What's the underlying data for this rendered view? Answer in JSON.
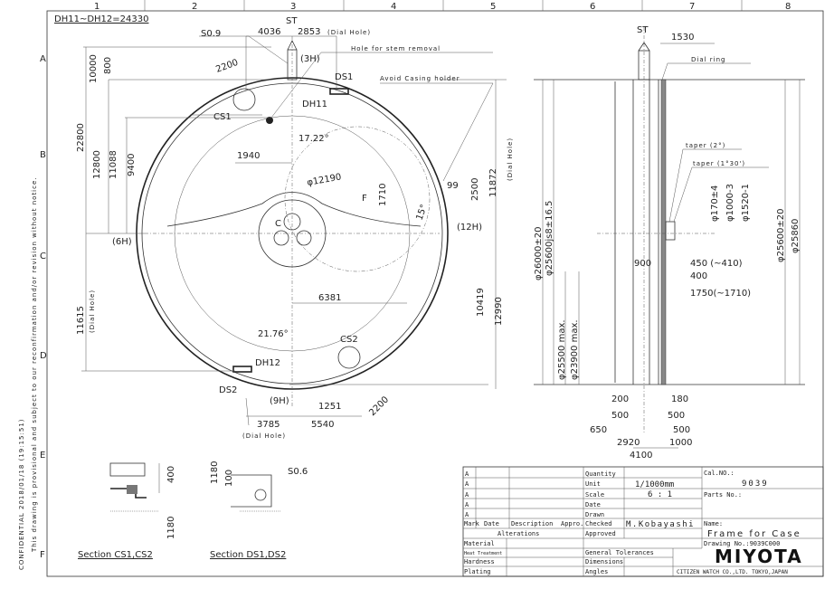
{
  "sheet": {
    "columns": [
      "1",
      "2",
      "3",
      "4",
      "5",
      "6",
      "7",
      "8"
    ],
    "rows": [
      "A",
      "B",
      "C",
      "D",
      "E",
      "F"
    ],
    "side_note_1": "This drawing is provisional and subject to our reconfirmation and/or revision without notice.",
    "side_note_2": "CONFIDENTIAL  2018/01/18 (19:15:51)"
  },
  "front_view": {
    "header": "DH11~DH12=24330",
    "st": "ST",
    "d4036": "4036",
    "d2853": "2853",
    "dial_hole": "(Dial Hole)",
    "s09": "S0.9",
    "hole_stem": "Hole for stem removal",
    "avoid": "Avoid Casing holder",
    "d2200a": "2200",
    "h3": "(3H)",
    "ds1": "DS1",
    "dh11": "DH11",
    "cs1": "CS1",
    "d10000": "10000",
    "d800": "800",
    "d22800": "22800",
    "d12800": "12800",
    "d11088": "11088",
    "d9400": "9400",
    "d1940": "1940",
    "a1722": "17.22°",
    "d12190": "φ12190",
    "f": "F",
    "d1710": "1710",
    "d99": "99",
    "d2500": "2500",
    "d11872": "11872",
    "dial_hole_v": "(Dial Hole)",
    "a15": "15°",
    "h12": "(12H)",
    "h6": "(6H)",
    "c": "C",
    "d11615": "11615",
    "d6381": "6381",
    "d10419": "10419",
    "d12990": "12990",
    "a2176": "21.76°",
    "cs2": "CS2",
    "dh12": "DH12",
    "ds2": "DS2",
    "h9": "(9H)",
    "d1251": "1251",
    "d2200b": "2200",
    "d3785": "3785",
    "d5540": "5540",
    "dial_hole_b": "(Dial Hole)"
  },
  "side_view": {
    "st": "ST",
    "d1530": "1530",
    "dial_ring": "Dial ring",
    "taper2": "taper (2°)",
    "taper130": "taper (1°30')",
    "d170": "φ170±4",
    "d1000": "φ1000-3",
    "d1520": "φ1520-1",
    "d26000": "φ26000±20",
    "d25600js8": "φ25600js8±16.5",
    "d25500": "φ25500 max.",
    "d23900": "φ23900 max.",
    "d25600": "φ25600±20",
    "d25860": "φ25860",
    "d900": "900",
    "d450": "450 (~410)",
    "d400": "400",
    "d1750": "1750(~1710)",
    "d200": "200",
    "d500a": "500",
    "d650": "650",
    "d180": "180",
    "d500b": "500",
    "d500c": "500",
    "d2920": "2920",
    "d1000b": "1000",
    "d4100": "4100"
  },
  "sections": {
    "cs_title": "Section CS1,CS2",
    "ds_title": "Section DS1,DS2",
    "cs_400": "400",
    "cs_1180": "1180",
    "ds_1180": "1180",
    "ds_100": "100",
    "ds_s06": "S0.6"
  },
  "title_block": {
    "marks": [
      "A",
      "A",
      "A",
      "A",
      "A"
    ],
    "mark": "Mark",
    "date": "Date",
    "desc": "Description",
    "appro": "Appro.",
    "alterations": "Alterations",
    "quantity": "Quantity",
    "unit": "Unit",
    "unit_val": "1/1000mm",
    "scale": "Scale",
    "scale_val": "6 : 1",
    "date_l": "Date",
    "drawn": "Drawn",
    "checked": "Checked",
    "checked_val": "M.Kobayashi",
    "approved": "Approved",
    "cal_no": "Cal.NO.:",
    "cal_val": "9039",
    "parts_no": "Parts No.:",
    "name": "Name:",
    "name_val": "Frame for Case",
    "drawing_no": "Drawing No.:9039C000",
    "material": "Material",
    "heat": "Heat Treatment",
    "hardness": "Hardness",
    "plating": "Plating",
    "general_tol": "General Tolerances",
    "dimensions": "Dimensions",
    "angles": "Angles",
    "logo": "MIYOTA",
    "company": "CITIZEN WATCH CO.,LTD. TOKYO,JAPAN"
  }
}
